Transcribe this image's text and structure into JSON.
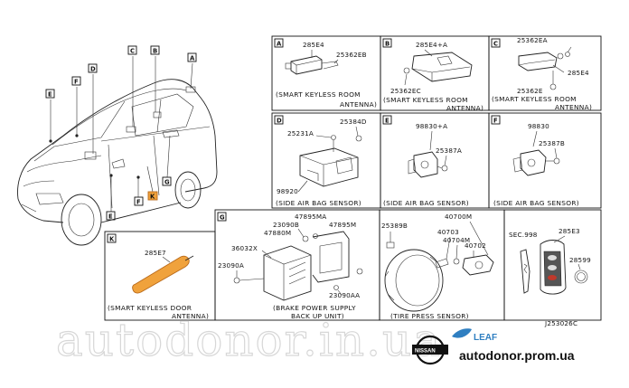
{
  "panel_letters": [
    "A",
    "B",
    "C",
    "D",
    "E",
    "F",
    "G",
    "K"
  ],
  "car_callouts": [
    "E",
    "F",
    "D",
    "C",
    "B",
    "A",
    "G",
    "F",
    "K",
    "E"
  ],
  "panels": {
    "A": {
      "letter": "A",
      "parts": [
        "285E4",
        "25362EB"
      ],
      "caption_1": "(SMART KEYLESS ROOM",
      "caption_2": "ANTENNA)"
    },
    "B": {
      "letter": "B",
      "parts": [
        "285E4+A",
        "25362EC"
      ],
      "caption_1": "(SMART KEYLESS ROOM",
      "caption_2": "ANTENNA)"
    },
    "C": {
      "letter": "C",
      "parts": [
        "25362EA",
        "285E4",
        "25362E"
      ],
      "caption_1": "(SMART KEYLESS ROOM",
      "caption_2": "ANTENNA)"
    },
    "D": {
      "letter": "D",
      "parts": [
        "25384D",
        "25231A",
        "98920"
      ],
      "caption_1": "(SIDE AIR BAG SENSOR)"
    },
    "E": {
      "letter": "E",
      "parts": [
        "98830+A",
        "25387A"
      ],
      "caption_1": "(SIDE AIR BAG SENSOR)"
    },
    "F": {
      "letter": "F",
      "parts": [
        "98830",
        "25387B"
      ],
      "caption_1": "(SIDE AIR BAG SENSOR)"
    },
    "K": {
      "letter": "K",
      "parts": [
        "285E7"
      ],
      "caption_1": "(SMART KEYLESS DOOR",
      "caption_2": "ANTENNA)"
    },
    "G": {
      "letter": "G",
      "parts": [
        "47895MA",
        "47895M",
        "23090B",
        "47880M",
        "36032X",
        "23090A",
        "23090AA"
      ],
      "caption_1": "(BRAKE POWER SUPPLY",
      "caption_2": "BACK UP UNIT)"
    },
    "T": {
      "parts": [
        "25389B",
        "40700M",
        "40703",
        "40704M",
        "40702"
      ],
      "caption_1": "(TIRE PRESS SENSOR)"
    },
    "R": {
      "parts": [
        "SEC.998",
        "285E3",
        "28599"
      ]
    }
  },
  "drawing_code": "J253026C",
  "watermark": "autodonor.in.ua",
  "brand_logo": "NISSAN",
  "model": "LEAF",
  "site": "autodonor.prom.ua",
  "colors": {
    "highlight": "#f0a23c",
    "highlight_stroke": "#b8691a",
    "leaf_blue": "#2f7fc1",
    "watermark": "#d7d7d7"
  }
}
